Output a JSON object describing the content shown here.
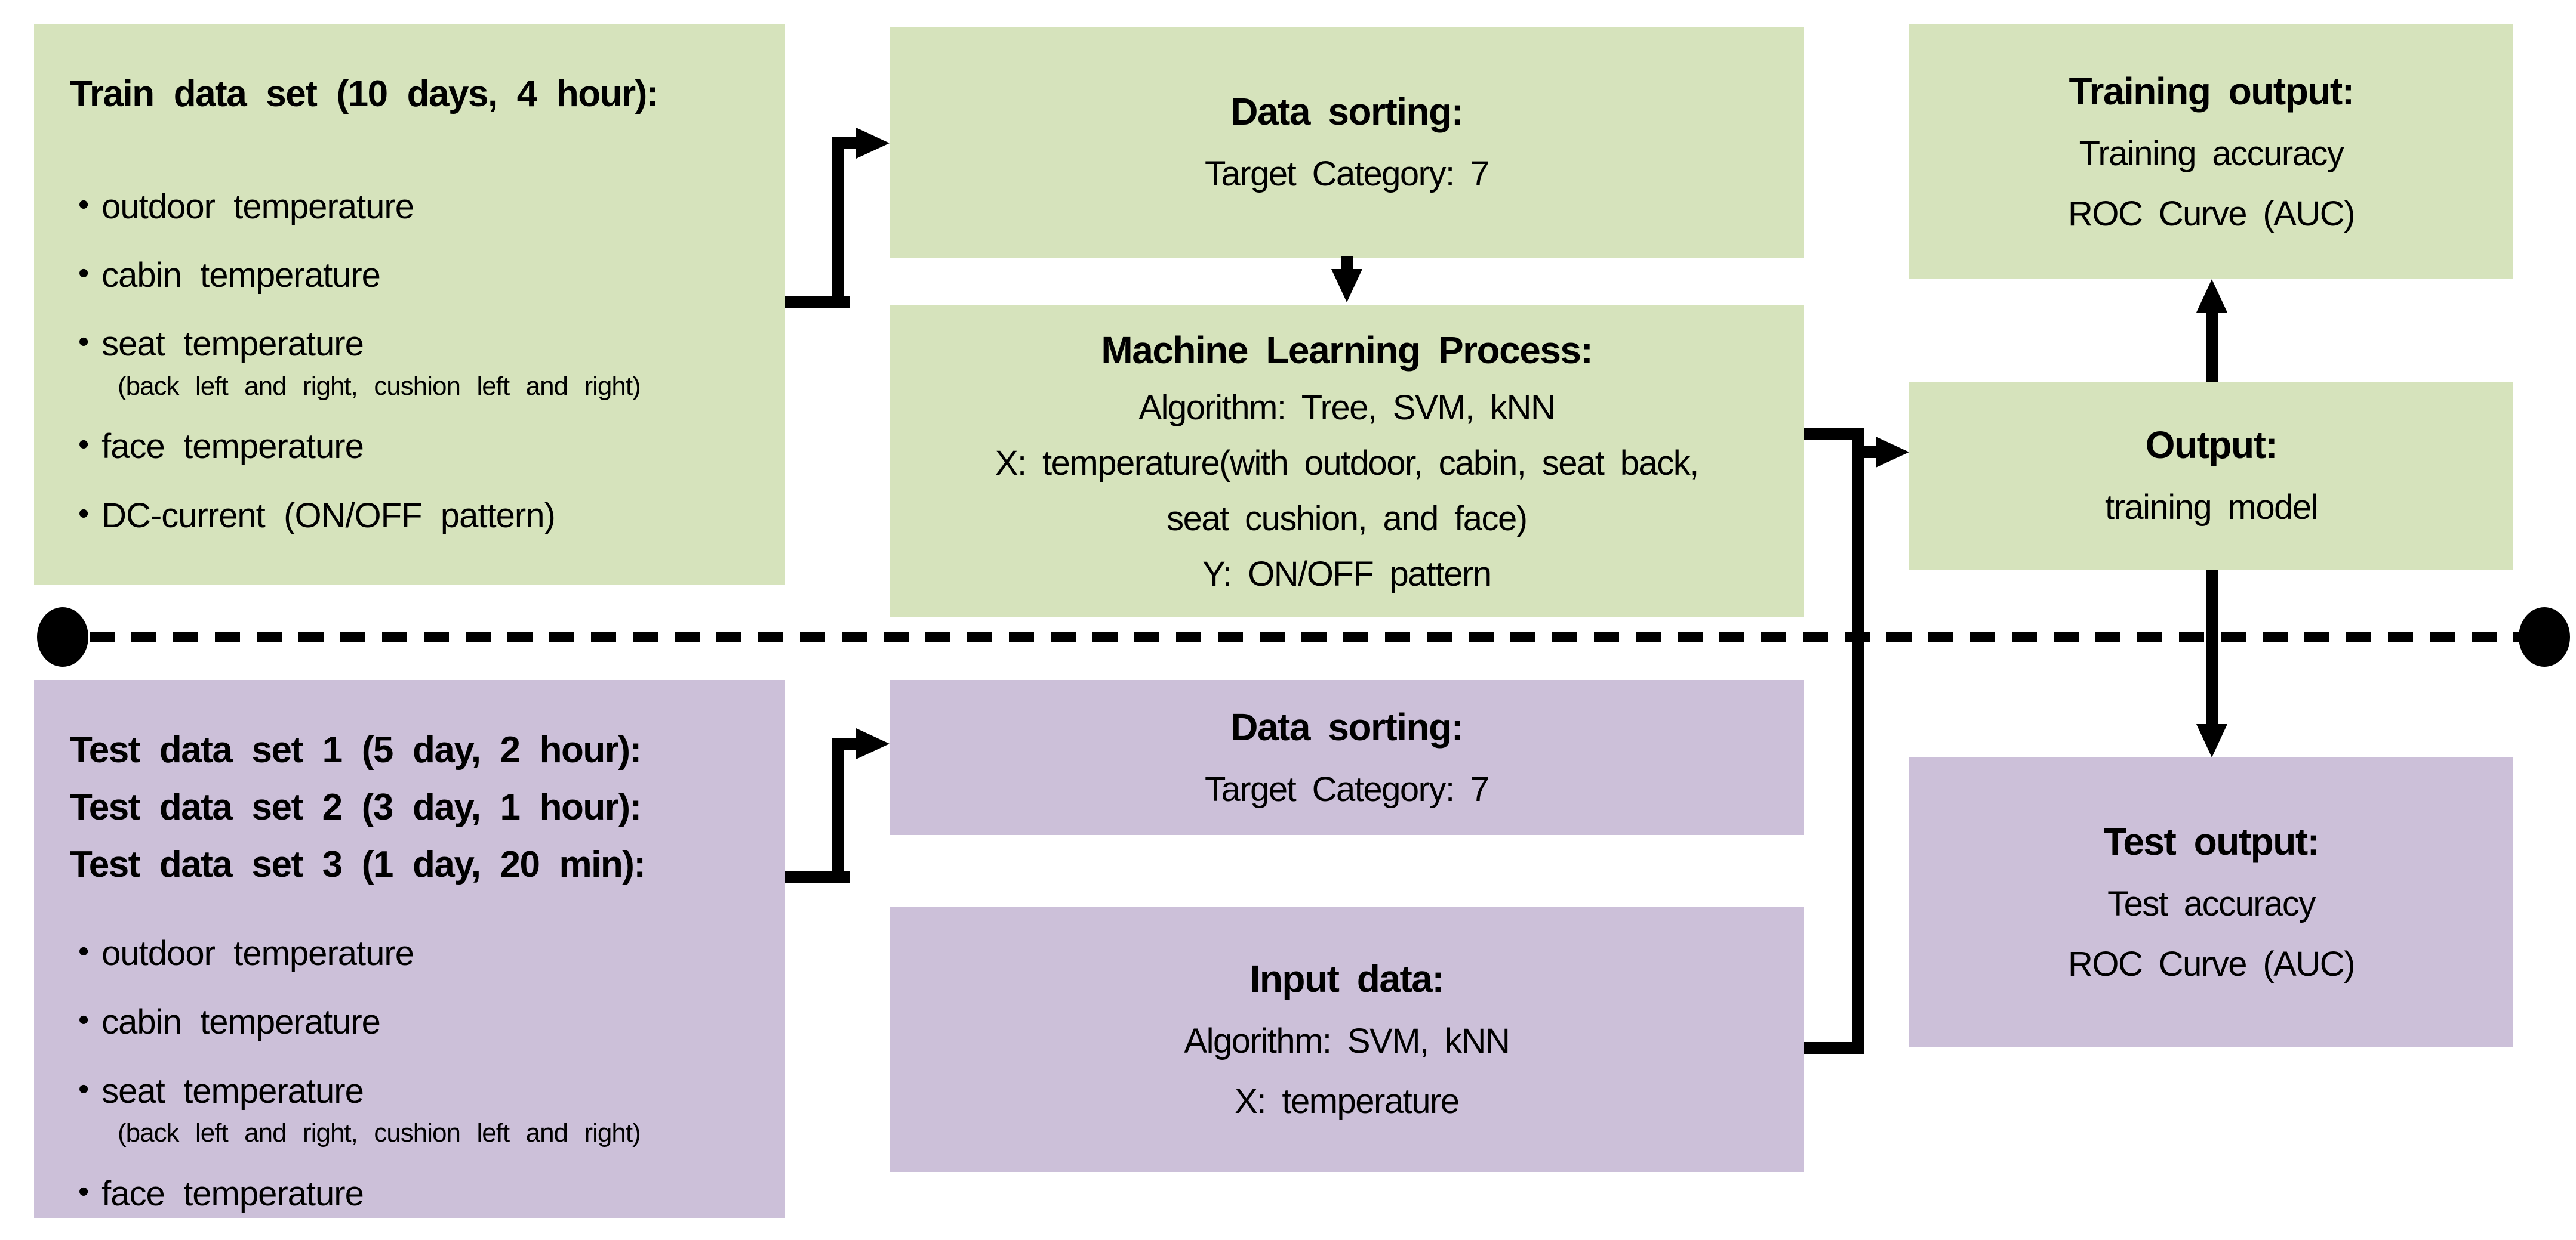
{
  "colors": {
    "train_green": "#d6e3bc",
    "test_purple": "#ccc0d9",
    "line_black": "#000000",
    "background": "#ffffff"
  },
  "train_phase": {
    "dataset_box": {
      "title": "Train data set (10 days, 4 hour):",
      "items": [
        {
          "text": "outdoor temperature"
        },
        {
          "text": "cabin temperature"
        },
        {
          "text": "seat temperature",
          "sub": "(back left and right, cushion left and right)"
        },
        {
          "text": "face temperature"
        },
        {
          "text": "DC-current (ON/OFF pattern)"
        }
      ]
    },
    "data_sorting_box": {
      "title": "Data sorting:",
      "line": "Target Category: 7"
    },
    "ml_process_box": {
      "title": "Machine Learning Process:",
      "lines": [
        "Algorithm: Tree, SVM, kNN",
        "X: temperature(with outdoor, cabin, seat back,",
        "seat cushion, and face)",
        "Y: ON/OFF pattern"
      ]
    },
    "training_output_box": {
      "title": "Training output:",
      "lines": [
        "Training accuracy",
        "ROC Curve (AUC)"
      ]
    },
    "output_box": {
      "title": "Output:",
      "line": "training model"
    }
  },
  "test_phase": {
    "dataset_box": {
      "titles": [
        "Test data set 1 (5 day, 2 hour):",
        "Test data set 2 (3 day, 1 hour):",
        "Test data set 3 (1 day, 20 min):"
      ],
      "items": [
        {
          "text": "outdoor temperature"
        },
        {
          "text": "cabin temperature"
        },
        {
          "text": "seat temperature",
          "sub": "(back left and right, cushion left and right)"
        },
        {
          "text": "face temperature"
        }
      ]
    },
    "data_sorting_box": {
      "title": "Data sorting:",
      "line": "Target Category: 7"
    },
    "input_data_box": {
      "title": "Input data:",
      "lines": [
        "Algorithm: SVM, kNN",
        "X: temperature"
      ]
    },
    "test_output_box": {
      "title": "Test output:",
      "lines": [
        "Test accuracy",
        "ROC Curve (AUC)"
      ]
    }
  },
  "bullet_glyph": "•"
}
